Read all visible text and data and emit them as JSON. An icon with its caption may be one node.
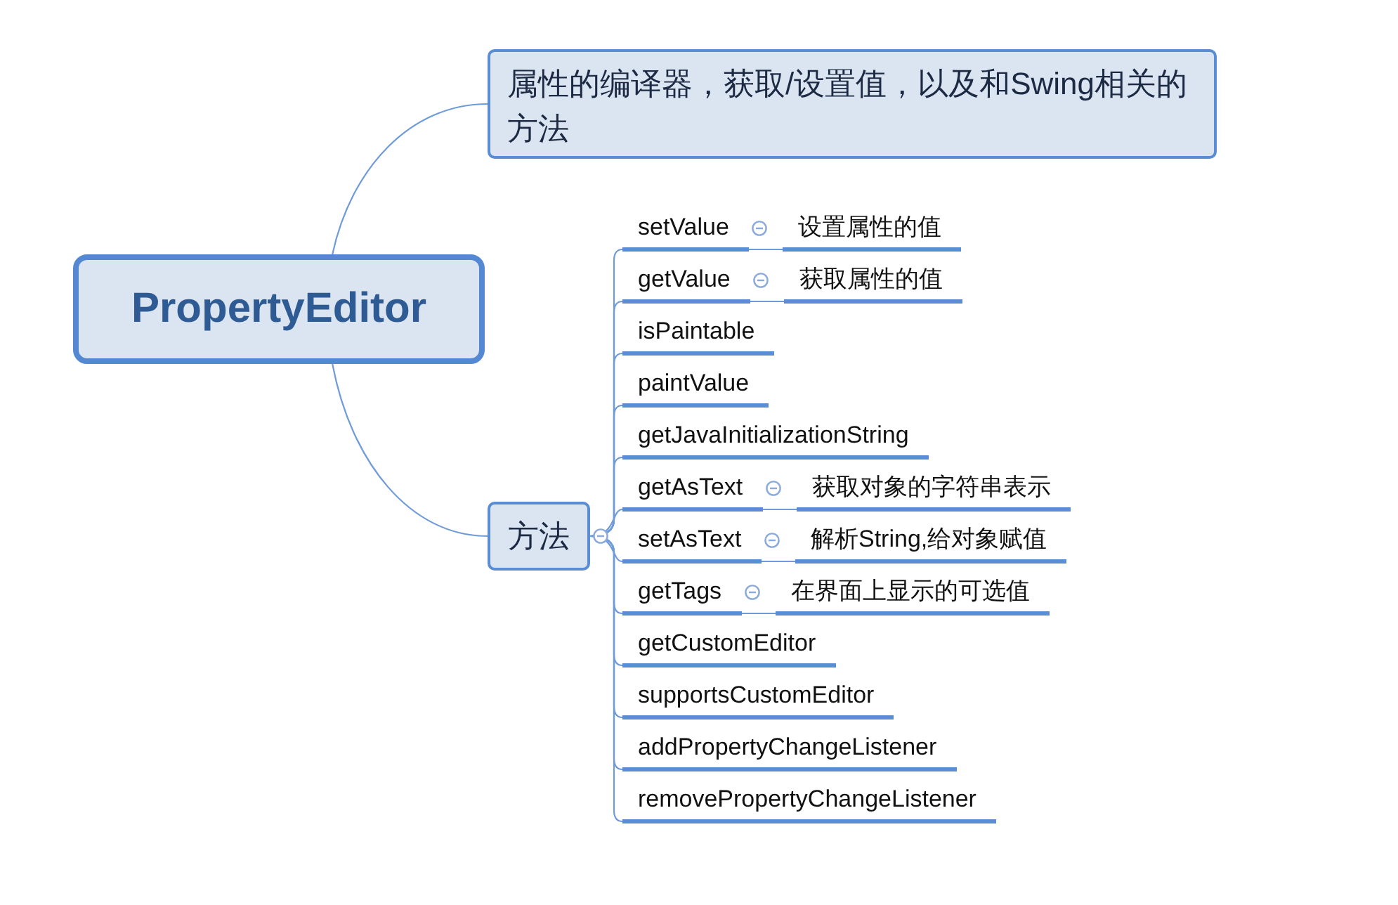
{
  "diagram": {
    "nodes": [
      {
        "text": [
          "PropertyEditor"
        ]
      },
      {
        "text": [
          "属性的编译器，获取/设置值，以及和Swing相关的方法"
        ]
      },
      {
        "text": [
          "方法"
        ]
      },
      {
        "text": [
          "setValue"
        ]
      },
      {
        "text": [
          "设置属性的值"
        ]
      },
      {
        "text": [
          "getValue"
        ]
      },
      {
        "text": [
          "获取属性的值"
        ]
      },
      {
        "text": [
          "isPaintable"
        ]
      },
      {
        "text": [
          "paintValue"
        ]
      },
      {
        "text": [
          "getJavaInitializationString"
        ]
      },
      {
        "text": [
          "getAsText"
        ]
      },
      {
        "text": [
          "获取对象的字符串表示"
        ]
      },
      {
        "text": [
          "setAsText"
        ]
      },
      {
        "text": [
          "解析String,给对象赋值"
        ]
      },
      {
        "text": [
          "getTags"
        ]
      },
      {
        "text": [
          "在界面上显示的可选值"
        ]
      },
      {
        "text": [
          "getCustomEditor"
        ]
      },
      {
        "text": [
          "supportsCustomEditor"
        ]
      },
      {
        "text": [
          "addPropertyChangeListener"
        ]
      },
      {
        "text": [
          "removePropertyChangeListener"
        ]
      }
    ],
    "edges": [
      {
        "from": 0,
        "to": 1,
        "arrow": "none"
      },
      {
        "from": 0,
        "to": 2,
        "arrow": "none"
      },
      {
        "from": 2,
        "to": 3,
        "arrow": "none"
      },
      {
        "from": 3,
        "to": 4,
        "arrow": "none"
      },
      {
        "from": 2,
        "to": 5,
        "arrow": "none"
      },
      {
        "from": 5,
        "to": 6,
        "arrow": "none"
      },
      {
        "from": 2,
        "to": 7,
        "arrow": "none"
      },
      {
        "from": 2,
        "to": 8,
        "arrow": "none"
      },
      {
        "from": 2,
        "to": 9,
        "arrow": "none"
      },
      {
        "from": 2,
        "to": 10,
        "arrow": "none"
      },
      {
        "from": 10,
        "to": 11,
        "arrow": "none"
      },
      {
        "from": 2,
        "to": 12,
        "arrow": "none"
      },
      {
        "from": 12,
        "to": 13,
        "arrow": "none"
      },
      {
        "from": 2,
        "to": 14,
        "arrow": "none"
      },
      {
        "from": 14,
        "to": 15,
        "arrow": "none"
      },
      {
        "from": 2,
        "to": 16,
        "arrow": "none"
      },
      {
        "from": 2,
        "to": 17,
        "arrow": "none"
      },
      {
        "from": 2,
        "to": 18,
        "arrow": "none"
      },
      {
        "from": 2,
        "to": 19,
        "arrow": "none"
      }
    ]
  }
}
